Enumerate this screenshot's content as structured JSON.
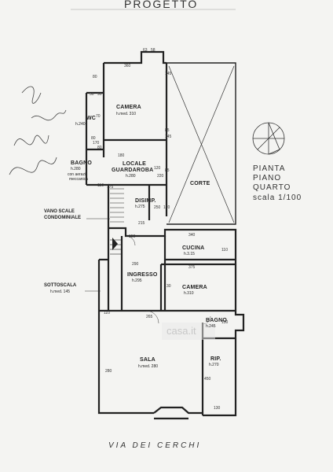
{
  "header": {
    "title": "PROGETTO"
  },
  "legend": {
    "lines": [
      "PIANTA",
      "PIANO",
      "QUARTO"
    ],
    "scale": "scala 1/100"
  },
  "street": "VIA DEI CERCHI",
  "watermark": "casa.it",
  "signature": "handwritten signature",
  "rooms": {
    "camera_top": {
      "name": "CAMERA",
      "height": "h.med. 310"
    },
    "wc": {
      "name": "WC",
      "height": "h.240"
    },
    "bagno_top": {
      "name": "BAGNO",
      "height": "h.280",
      "note1": "con aerazi",
      "note2": "meccanica"
    },
    "locale": {
      "name1": "LOCALE",
      "name2": "GUARDAROBA",
      "height": "h.280"
    },
    "disimp": {
      "name": "DISIMP.",
      "height": "h.275"
    },
    "corte": {
      "name": "CORTE"
    },
    "vano_scale": {
      "line1": "VANO SCALE",
      "line2": "CONDOMINIALE"
    },
    "cucina": {
      "name": "CUCINA",
      "height": "h.3.15"
    },
    "ingresso": {
      "name": "INGRESSO",
      "height": "h.295"
    },
    "camera_mid": {
      "name": "CAMERA",
      "height": "h.310"
    },
    "sottoscala": {
      "name": "SOTTOSCALA",
      "height": "h.med. 145"
    },
    "bagno_low": {
      "name": "BAGNO",
      "height": "h.245"
    },
    "sala": {
      "name": "SALA",
      "height": "h.med. 280"
    },
    "rip": {
      "name": "RIP.",
      "height": "h.270"
    }
  },
  "dims": {
    "d63": "63",
    "d58": "58",
    "d360": "360",
    "d80a": "80",
    "d30": "30",
    "d90": "90",
    "d70": "70",
    "d80b": "80",
    "d80c": "80",
    "d145a": "145",
    "d85a": "85",
    "d85b": "85",
    "d145b": "145",
    "d120": "120",
    "d220": "220",
    "d180": "180",
    "d175": "175",
    "d110": "110",
    "d170a": "170",
    "d250": "250",
    "d170b": "170",
    "d215": "215",
    "d340": "340",
    "d150": "150",
    "d110b": "110",
    "d375": "375",
    "d290": "290",
    "d30b": "30",
    "d280": "280",
    "d265": "265",
    "d130a": "130",
    "d450": "450",
    "d130b": "130",
    "d110c": "110"
  }
}
